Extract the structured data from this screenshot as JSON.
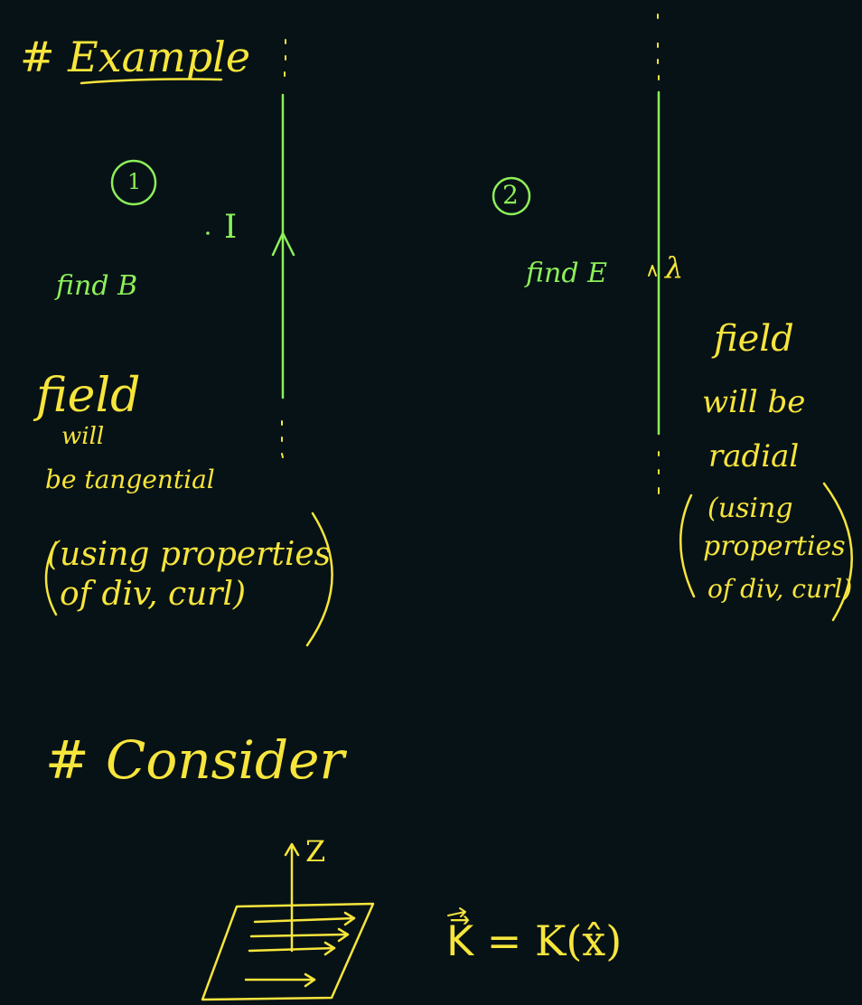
{
  "colors": {
    "background": "#071216",
    "ink_yellow": "#f7e53c",
    "ink_green": "#8cf05a"
  },
  "header": {
    "title": "# Example"
  },
  "example1": {
    "number": "1",
    "current_label": "I",
    "task": "find B",
    "note_lines": [
      "field",
      "will",
      "be tangential",
      "(using properties",
      "of div, curl)"
    ]
  },
  "example2": {
    "number": "2",
    "task": "find E",
    "charge_label": "λ",
    "note_lines": [
      "field",
      "will be",
      "radial",
      "(using",
      "properties",
      "of div, curl)"
    ]
  },
  "consider": {
    "heading": "# Consider",
    "axis_label": "Z",
    "equation": "K⃗ = K(x̂)"
  }
}
